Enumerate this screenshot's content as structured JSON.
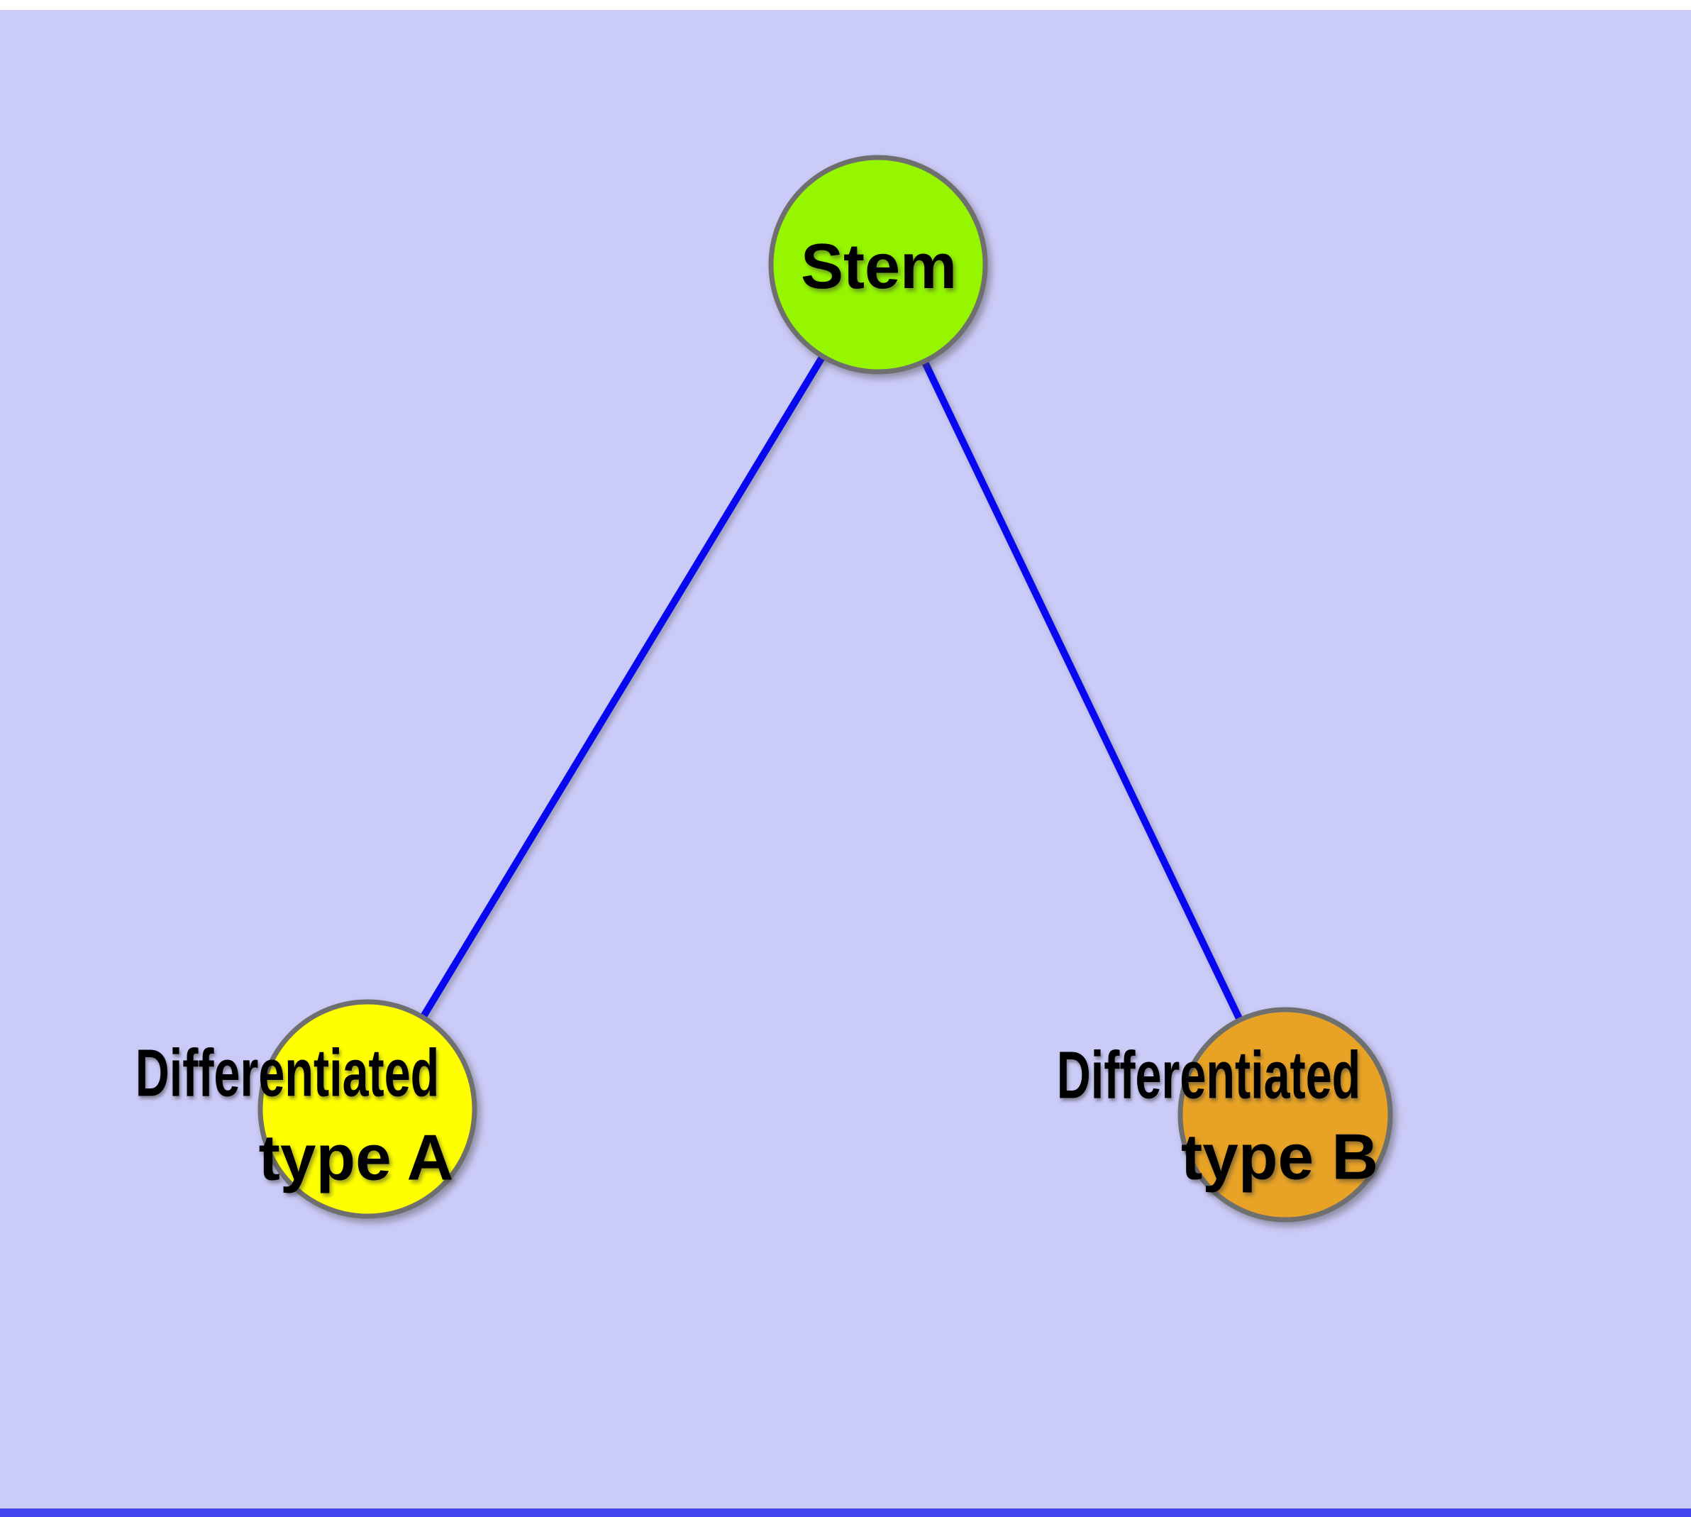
{
  "figure": {
    "background": "#cbcbf8",
    "top_strip_color": "#ffffff",
    "bottom_strip_color": "#4343ef"
  },
  "colors": {
    "edge": "#0707f0",
    "node_border": "#6f6f6f",
    "label_text": "#000000"
  },
  "nodes": [
    {
      "id": "stem",
      "label": "Stem",
      "fill": "#95f600"
    },
    {
      "id": "differentiated-type-a",
      "label_line1": "Differentiated",
      "label_line2": "type A",
      "fill": "#ffff00"
    },
    {
      "id": "differentiated-type-b",
      "label_line1": "Differentiated",
      "label_line2": "type B",
      "fill": "#e8a326"
    }
  ],
  "edges": [
    {
      "from": "Stem",
      "to": "Differentiated type A"
    },
    {
      "from": "Stem",
      "to": "Differentiated type B"
    }
  ]
}
